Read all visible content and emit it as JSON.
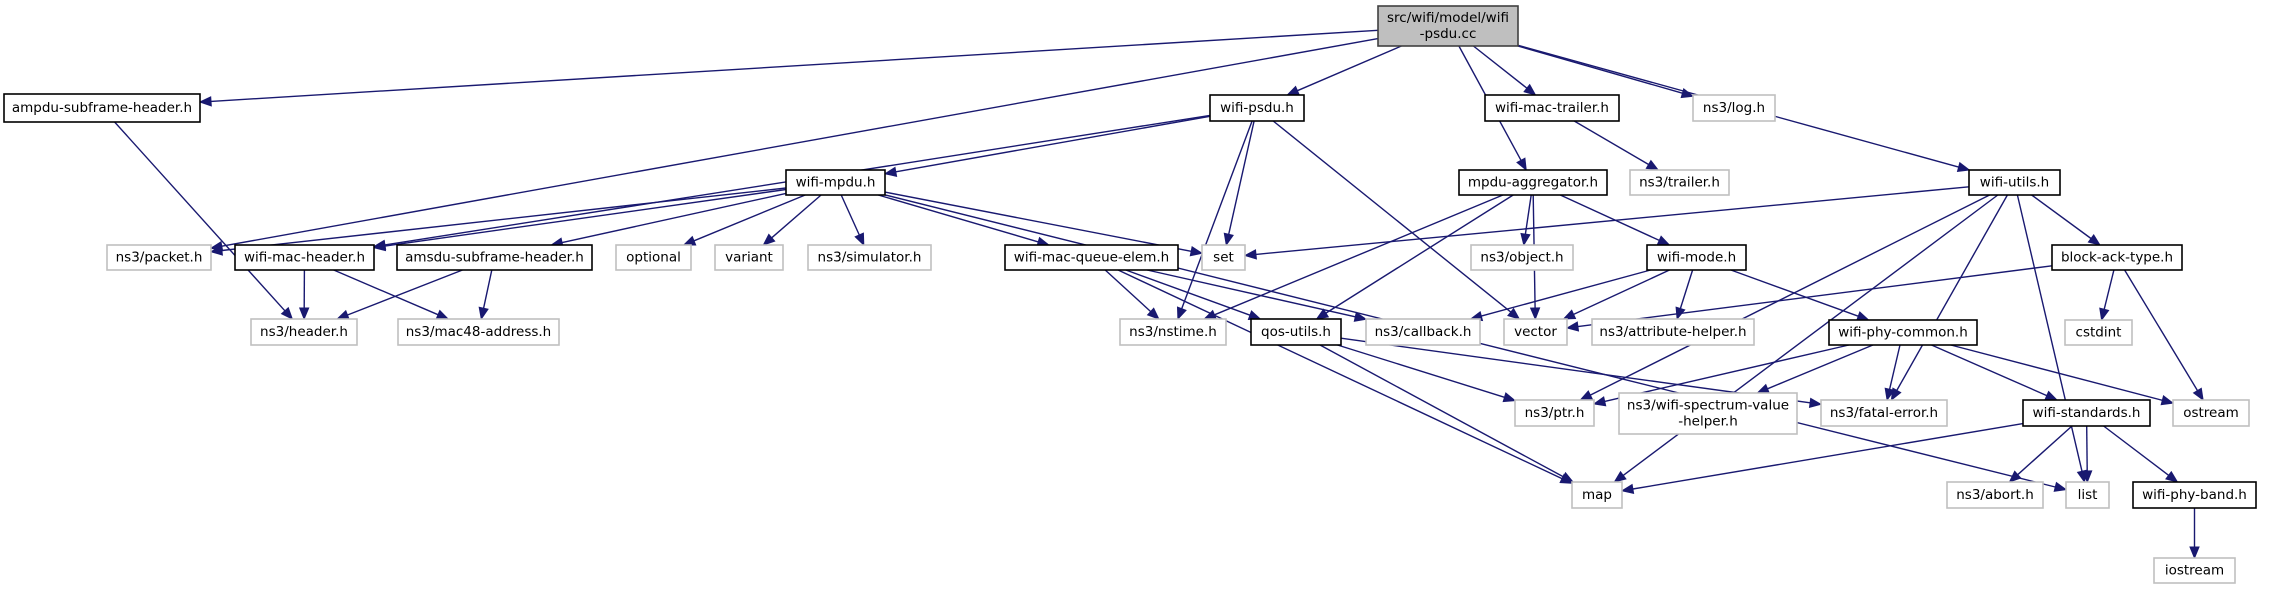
{
  "title": "Include dependency graph for src/wifi/model/wifi-psdu.cc",
  "colors": {
    "edge": "#191970",
    "documented_border": "#000000",
    "external_border": "#bfbfbf",
    "root_fill": "#bfbfbf"
  },
  "nodes": [
    {
      "id": "root",
      "label": "src/wifi/model/wifi\n-psdu.cc",
      "kind": "root"
    },
    {
      "id": "ampdu",
      "label": "ampdu-subframe-header.h",
      "kind": "doc"
    },
    {
      "id": "psdu",
      "label": "wifi-psdu.h",
      "kind": "doc"
    },
    {
      "id": "trailer_mac",
      "label": "wifi-mac-trailer.h",
      "kind": "doc"
    },
    {
      "id": "log",
      "label": "ns3/log.h",
      "kind": "ext"
    },
    {
      "id": "mpdu",
      "label": "wifi-mpdu.h",
      "kind": "doc"
    },
    {
      "id": "aggr",
      "label": "mpdu-aggregator.h",
      "kind": "doc"
    },
    {
      "id": "trailer",
      "label": "ns3/trailer.h",
      "kind": "ext"
    },
    {
      "id": "utils",
      "label": "wifi-utils.h",
      "kind": "doc"
    },
    {
      "id": "packet",
      "label": "ns3/packet.h",
      "kind": "ext"
    },
    {
      "id": "machdr",
      "label": "wifi-mac-header.h",
      "kind": "doc"
    },
    {
      "id": "amsdu",
      "label": "amsdu-subframe-header.h",
      "kind": "doc"
    },
    {
      "id": "optional",
      "label": "optional",
      "kind": "ext"
    },
    {
      "id": "variant",
      "label": "variant",
      "kind": "ext"
    },
    {
      "id": "simulator",
      "label": "ns3/simulator.h",
      "kind": "ext"
    },
    {
      "id": "qelem",
      "label": "wifi-mac-queue-elem.h",
      "kind": "doc"
    },
    {
      "id": "set",
      "label": "set",
      "kind": "ext"
    },
    {
      "id": "object",
      "label": "ns3/object.h",
      "kind": "ext"
    },
    {
      "id": "mode",
      "label": "wifi-mode.h",
      "kind": "doc"
    },
    {
      "id": "bat",
      "label": "block-ack-type.h",
      "kind": "doc"
    },
    {
      "id": "header",
      "label": "ns3/header.h",
      "kind": "ext"
    },
    {
      "id": "mac48",
      "label": "ns3/mac48-address.h",
      "kind": "ext"
    },
    {
      "id": "nstime",
      "label": "ns3/nstime.h",
      "kind": "ext"
    },
    {
      "id": "qos",
      "label": "qos-utils.h",
      "kind": "doc"
    },
    {
      "id": "callback",
      "label": "ns3/callback.h",
      "kind": "ext"
    },
    {
      "id": "vector",
      "label": "vector",
      "kind": "ext"
    },
    {
      "id": "attr",
      "label": "ns3/attribute-helper.h",
      "kind": "ext"
    },
    {
      "id": "phycommon",
      "label": "wifi-phy-common.h",
      "kind": "doc"
    },
    {
      "id": "cstdint",
      "label": "cstdint",
      "kind": "ext"
    },
    {
      "id": "ptr",
      "label": "ns3/ptr.h",
      "kind": "ext"
    },
    {
      "id": "spectrum",
      "label": "ns3/wifi-spectrum-value\n-helper.h",
      "kind": "ext"
    },
    {
      "id": "fatal",
      "label": "ns3/fatal-error.h",
      "kind": "ext"
    },
    {
      "id": "standards",
      "label": "wifi-standards.h",
      "kind": "doc"
    },
    {
      "id": "ostream",
      "label": "ostream",
      "kind": "ext"
    },
    {
      "id": "map",
      "label": "map",
      "kind": "ext"
    },
    {
      "id": "abort",
      "label": "ns3/abort.h",
      "kind": "ext"
    },
    {
      "id": "list",
      "label": "list",
      "kind": "ext"
    },
    {
      "id": "band",
      "label": "wifi-phy-band.h",
      "kind": "doc"
    },
    {
      "id": "iostream",
      "label": "iostream",
      "kind": "ext"
    }
  ],
  "edges": [
    [
      "root",
      "ampdu"
    ],
    [
      "root",
      "packet"
    ],
    [
      "root",
      "psdu"
    ],
    [
      "root",
      "aggr"
    ],
    [
      "root",
      "trailer_mac"
    ],
    [
      "root",
      "log"
    ],
    [
      "root",
      "utils"
    ],
    [
      "ampdu",
      "header"
    ],
    [
      "psdu",
      "machdr"
    ],
    [
      "psdu",
      "mpdu"
    ],
    [
      "psdu",
      "set"
    ],
    [
      "psdu",
      "nstime"
    ],
    [
      "psdu",
      "vector"
    ],
    [
      "trailer_mac",
      "trailer"
    ],
    [
      "mpdu",
      "packet"
    ],
    [
      "mpdu",
      "machdr"
    ],
    [
      "mpdu",
      "amsdu"
    ],
    [
      "mpdu",
      "optional"
    ],
    [
      "mpdu",
      "variant"
    ],
    [
      "mpdu",
      "simulator"
    ],
    [
      "mpdu",
      "qelem"
    ],
    [
      "mpdu",
      "set"
    ],
    [
      "mpdu",
      "list"
    ],
    [
      "machdr",
      "header"
    ],
    [
      "machdr",
      "mac48"
    ],
    [
      "amsdu",
      "header"
    ],
    [
      "amsdu",
      "mac48"
    ],
    [
      "qelem",
      "nstime"
    ],
    [
      "qelem",
      "qos"
    ],
    [
      "qelem",
      "callback"
    ],
    [
      "qelem",
      "map"
    ],
    [
      "aggr",
      "nstime"
    ],
    [
      "aggr",
      "qos"
    ],
    [
      "aggr",
      "object"
    ],
    [
      "aggr",
      "vector"
    ],
    [
      "aggr",
      "mode"
    ],
    [
      "utils",
      "set"
    ],
    [
      "utils",
      "ptr"
    ],
    [
      "utils",
      "map"
    ],
    [
      "utils",
      "bat"
    ],
    [
      "utils",
      "fatal"
    ],
    [
      "utils",
      "list"
    ],
    [
      "mode",
      "callback"
    ],
    [
      "mode",
      "vector"
    ],
    [
      "mode",
      "attr"
    ],
    [
      "mode",
      "phycommon"
    ],
    [
      "bat",
      "vector"
    ],
    [
      "bat",
      "cstdint"
    ],
    [
      "bat",
      "ostream"
    ],
    [
      "qos",
      "ptr"
    ],
    [
      "qos",
      "fatal"
    ],
    [
      "qos",
      "map"
    ],
    [
      "phycommon",
      "ptr"
    ],
    [
      "phycommon",
      "spectrum"
    ],
    [
      "phycommon",
      "fatal"
    ],
    [
      "phycommon",
      "standards"
    ],
    [
      "phycommon",
      "ostream"
    ],
    [
      "standards",
      "map"
    ],
    [
      "standards",
      "abort"
    ],
    [
      "standards",
      "list"
    ],
    [
      "standards",
      "band"
    ],
    [
      "band",
      "iostream"
    ]
  ]
}
